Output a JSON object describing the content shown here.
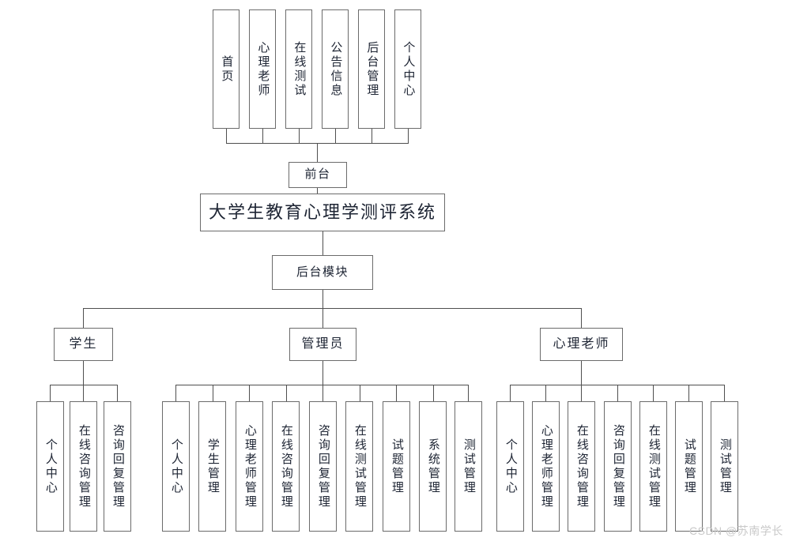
{
  "diagram": {
    "title_node": {
      "label": "大学生教育心理学测评系统"
    },
    "frontend_node": {
      "label": "前台"
    },
    "backend_node": {
      "label": "后台模块"
    },
    "frontend_items": [
      {
        "label": "首页"
      },
      {
        "label": "心理老师"
      },
      {
        "label": "在线测试"
      },
      {
        "label": "公告信息"
      },
      {
        "label": "后台管理"
      },
      {
        "label": "个人中心"
      }
    ],
    "roles": [
      {
        "label": "学生",
        "items": [
          {
            "label": "个人中心"
          },
          {
            "label": "在线咨询管理"
          },
          {
            "label": "咨询回复管理"
          }
        ]
      },
      {
        "label": "管理员",
        "items": [
          {
            "label": "个人中心"
          },
          {
            "label": "学生管理"
          },
          {
            "label": "心理老师管理"
          },
          {
            "label": "在线咨询管理"
          },
          {
            "label": "咨询回复管理"
          },
          {
            "label": "在线测试管理"
          },
          {
            "label": "试题管理"
          },
          {
            "label": "系统管理"
          },
          {
            "label": "测试管理"
          }
        ]
      },
      {
        "label": "心理老师",
        "items": [
          {
            "label": "个人中心"
          },
          {
            "label": "心理老师管理"
          },
          {
            "label": "在线咨询管理"
          },
          {
            "label": "咨询回复管理"
          },
          {
            "label": "在线测试管理"
          },
          {
            "label": "试题管理"
          },
          {
            "label": "测试管理"
          }
        ]
      }
    ]
  },
  "watermark": {
    "text": "CSDN @苏南学长"
  },
  "colors": {
    "line": "#4f4f4f",
    "box_border": "#6b6b6b",
    "text": "#1d2433",
    "background": "#ffffff",
    "watermark": "#c9c9c9"
  }
}
